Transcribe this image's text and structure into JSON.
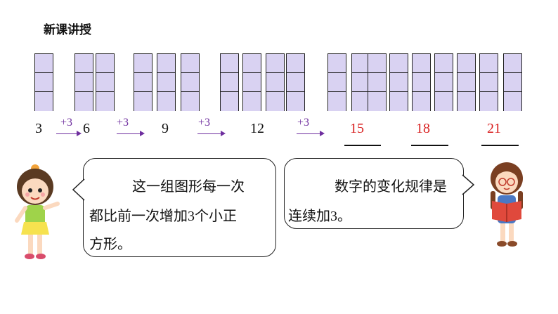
{
  "page": {
    "title": "新课讲授"
  },
  "sequence": [
    {
      "value": "3",
      "red": false
    },
    {
      "value": "6",
      "red": false
    },
    {
      "value": "9",
      "red": false
    },
    {
      "value": "12",
      "red": false
    },
    {
      "value": "15",
      "red": true
    },
    {
      "value": "18",
      "red": true
    },
    {
      "value": "21",
      "red": true
    }
  ],
  "steps": [
    "+3",
    "+3",
    "+3",
    "+3"
  ],
  "bubble_left": {
    "line1": "这一组图形每一次",
    "line2": "都比前一次增加3个小正",
    "line3": "方形。"
  },
  "bubble_right": {
    "line1": "数字的变化规律是",
    "line2": "连续加3。"
  },
  "colors": {
    "square_fill": "#d9d2f2",
    "highlight": "#d81e1e",
    "step": "#6f2f9f"
  },
  "characters": [
    "girl-character",
    "reading-girl-character"
  ]
}
